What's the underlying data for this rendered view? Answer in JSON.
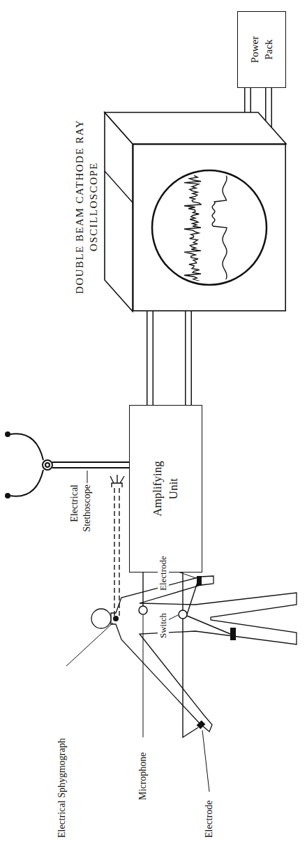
{
  "diagram": {
    "nodes": [
      {
        "text": [
          "Amplifying Unit"
        ]
      },
      {
        "text": [
          "DOUBLE BEAM CATHODE RAY OSCILLOSCOPE"
        ]
      },
      {
        "text": [
          "Power Pack"
        ]
      }
    ],
    "edges": [
      {
        "from": 0,
        "to": 1,
        "arrow": "none"
      },
      {
        "from": 0,
        "to": 1,
        "arrow": "none"
      },
      {
        "from": 1,
        "to": 2,
        "arrow": "none"
      },
      {
        "from": 1,
        "to": 2,
        "arrow": "none"
      }
    ],
    "labels": [
      "Electrical Stethoscope",
      "Electrical Sphygmograph",
      "Microphone",
      "Switch",
      "Electrode",
      "Electrode"
    ]
  }
}
